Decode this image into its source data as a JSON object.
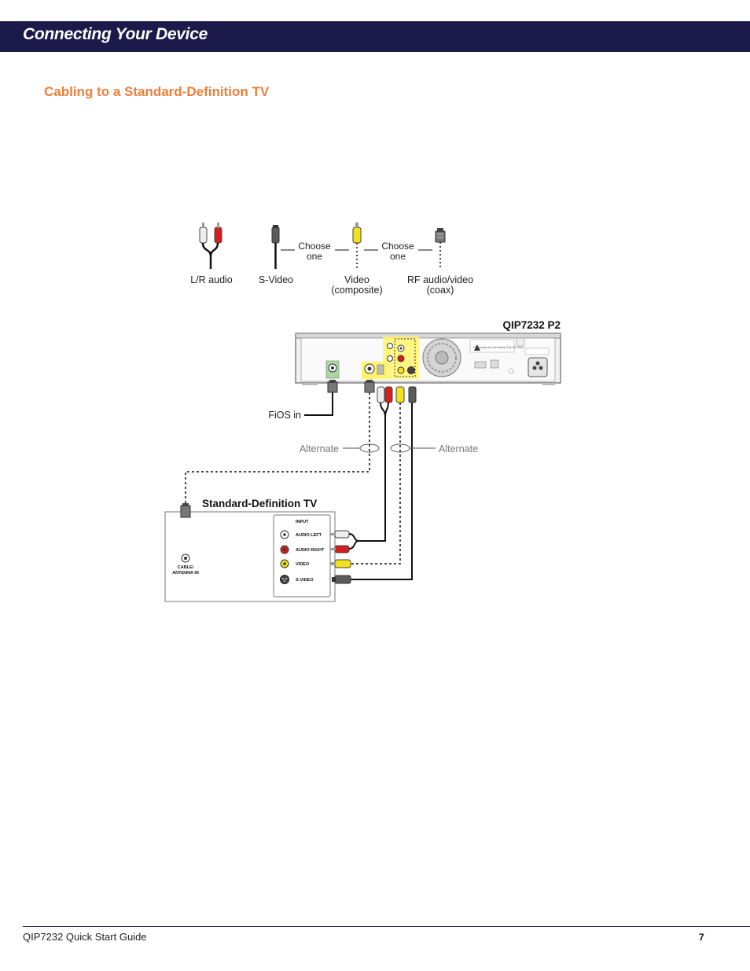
{
  "header": {
    "title": "Connecting Your Device"
  },
  "section": {
    "title": "Cabling to a Standard-Definition TV"
  },
  "legend": {
    "lr_audio": "L/R audio",
    "svideo": "S-Video",
    "video": "Video",
    "video_sub": "(composite)",
    "rf": "RF audio/video",
    "rf_sub": "(coax)",
    "choose": "Choose",
    "one": "one"
  },
  "device": {
    "model": "QIP7232 P2",
    "warning": "Removing card will disable Pay Per View"
  },
  "labels": {
    "fios_in": "FiOS in",
    "alternate": "Alternate"
  },
  "tv": {
    "title": "Standard-Definition TV",
    "input": "INPUT",
    "audio_left": "AUDIO LEFT",
    "audio_right": "AUDIO RIGHT",
    "video": "VIDEO",
    "svideo": "S-VIDEO",
    "cable_in_1": "CABLE/",
    "cable_in_2": "ANTENNA IN"
  },
  "footer": {
    "guide": "QIP7232 Quick Start Guide",
    "page": "7"
  },
  "colors": {
    "header_bg": "#1c1a4a",
    "section_title": "#f07d3a",
    "highlight_yellow": "#fff36b",
    "highlight_green": "#a9d9a0",
    "audio_red": "#d3201f",
    "video_yellow": "#f2e21c",
    "svideo_gray": "#5b5b5b"
  }
}
